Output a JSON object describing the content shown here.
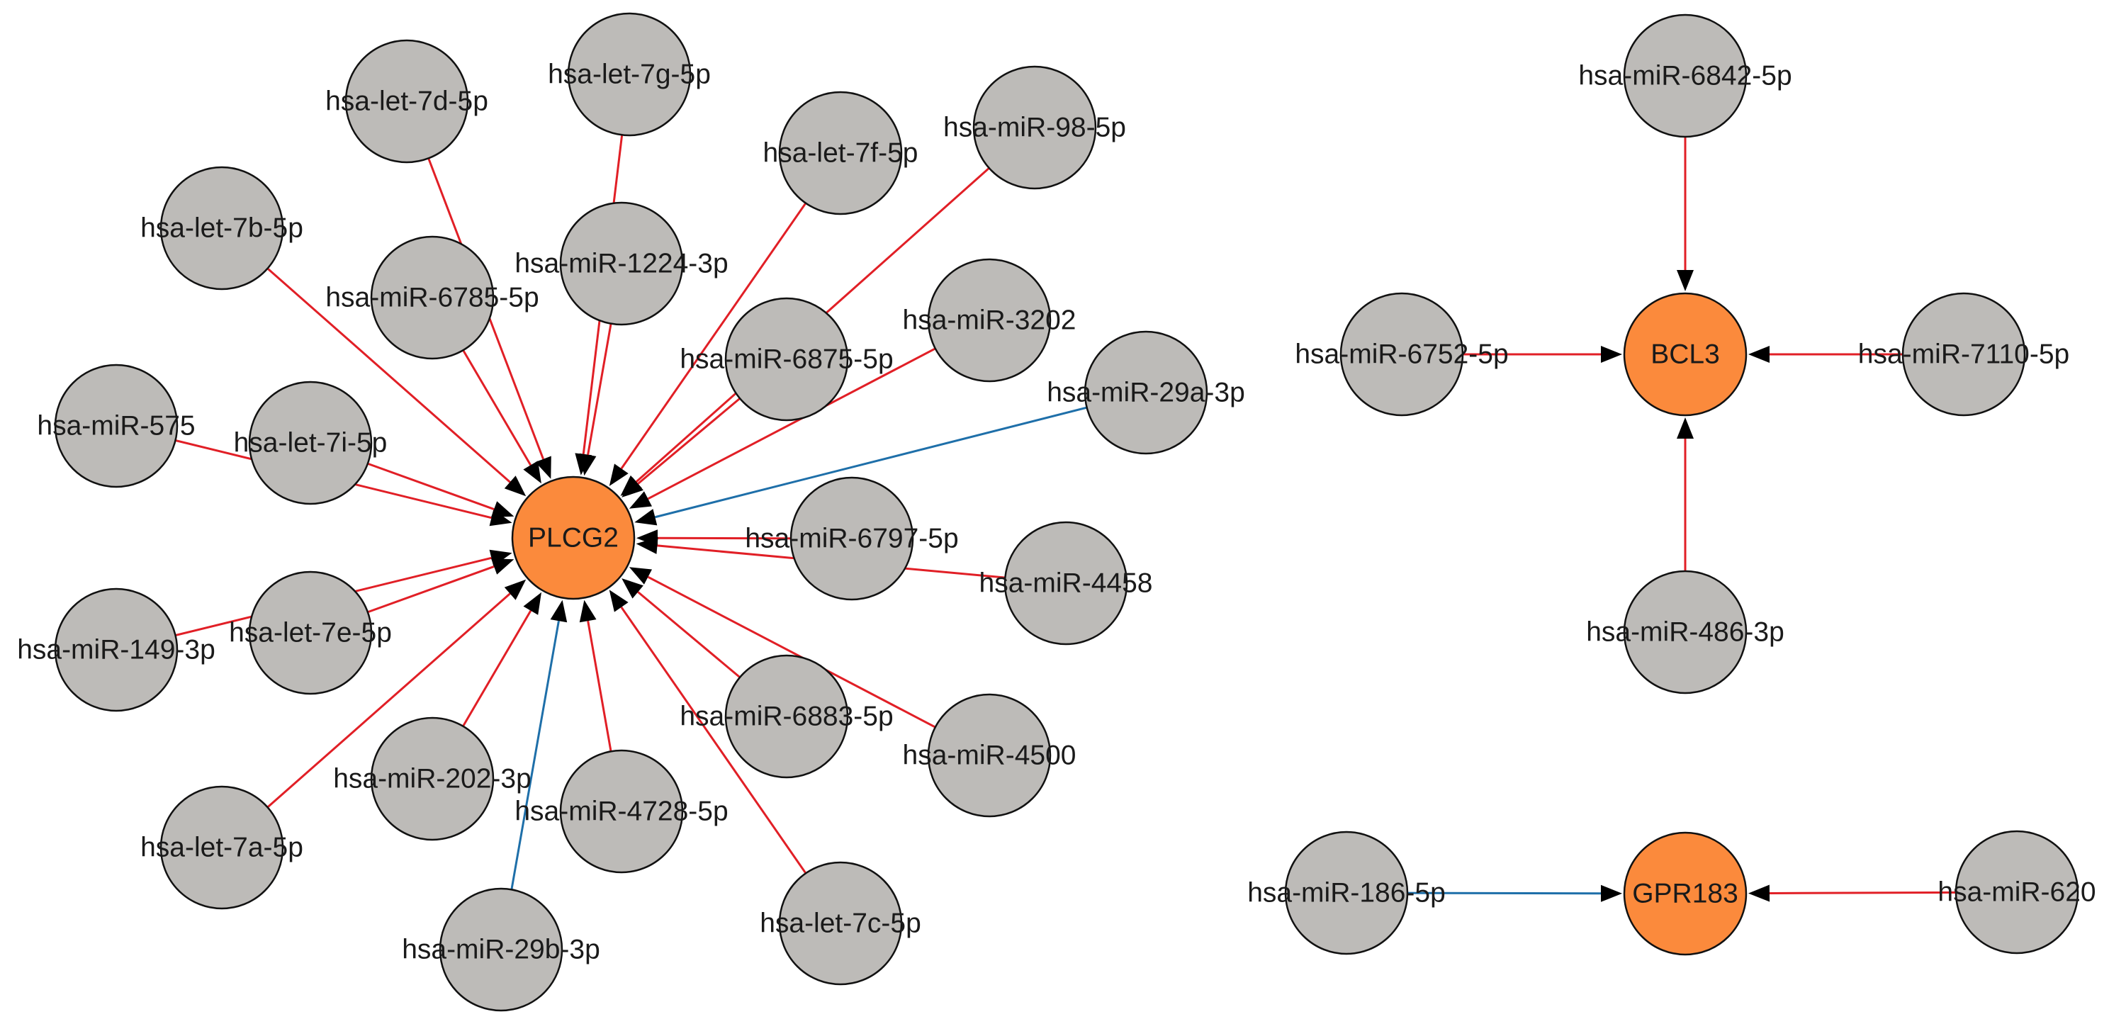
{
  "colors": {
    "mirna_fill": "#bdbbb8",
    "gene_fill": "#fb8a3c",
    "node_stroke": "#111111",
    "red_edge": "#e11f26",
    "blue_edge": "#1e6fa9",
    "arrow": "#000000"
  },
  "genes": [
    {
      "id": "PLCG2",
      "label": "PLCG2"
    },
    {
      "id": "BCL3",
      "label": "BCL3"
    },
    {
      "id": "GPR183",
      "label": "GPR183"
    }
  ],
  "mirnas": [
    {
      "id": "let7g",
      "label": "hsa-let-7g-5p"
    },
    {
      "id": "let7d",
      "label": "hsa-let-7d-5p"
    },
    {
      "id": "let7f",
      "label": "hsa-let-7f-5p"
    },
    {
      "id": "mir98",
      "label": "hsa-miR-98-5p"
    },
    {
      "id": "let7b",
      "label": "hsa-let-7b-5p"
    },
    {
      "id": "mir1224",
      "label": "hsa-miR-1224-3p"
    },
    {
      "id": "mir6785",
      "label": "hsa-miR-6785-5p"
    },
    {
      "id": "mir3202",
      "label": "hsa-miR-3202"
    },
    {
      "id": "mir6875",
      "label": "hsa-miR-6875-5p"
    },
    {
      "id": "mir29a",
      "label": "hsa-miR-29a-3p"
    },
    {
      "id": "mir575",
      "label": "hsa-miR-575"
    },
    {
      "id": "let7i",
      "label": "hsa-let-7i-5p"
    },
    {
      "id": "mir6797",
      "label": "hsa-miR-6797-5p"
    },
    {
      "id": "mir4458",
      "label": "hsa-miR-4458"
    },
    {
      "id": "mir149",
      "label": "hsa-miR-149-3p"
    },
    {
      "id": "let7e",
      "label": "hsa-let-7e-5p"
    },
    {
      "id": "mir6883",
      "label": "hsa-miR-6883-5p"
    },
    {
      "id": "mir4500",
      "label": "hsa-miR-4500"
    },
    {
      "id": "mir202",
      "label": "hsa-miR-202-3p"
    },
    {
      "id": "mir4728",
      "label": "hsa-miR-4728-5p"
    },
    {
      "id": "let7a",
      "label": "hsa-let-7a-5p"
    },
    {
      "id": "let7c",
      "label": "hsa-let-7c-5p"
    },
    {
      "id": "mir29b",
      "label": "hsa-miR-29b-3p"
    },
    {
      "id": "mir6842",
      "label": "hsa-miR-6842-5p"
    },
    {
      "id": "mir6752",
      "label": "hsa-miR-6752-5p"
    },
    {
      "id": "mir7110",
      "label": "hsa-miR-7110-5p"
    },
    {
      "id": "mir486",
      "label": "hsa-miR-486-3p"
    },
    {
      "id": "mir186",
      "label": "hsa-miR-186-5p"
    },
    {
      "id": "mir620",
      "label": "hsa-miR-620"
    }
  ],
  "edges": [
    {
      "from": "let7g",
      "to": "PLCG2",
      "color": "red"
    },
    {
      "from": "let7d",
      "to": "PLCG2",
      "color": "red"
    },
    {
      "from": "let7f",
      "to": "PLCG2",
      "color": "red"
    },
    {
      "from": "mir98",
      "to": "PLCG2",
      "color": "red"
    },
    {
      "from": "let7b",
      "to": "PLCG2",
      "color": "red"
    },
    {
      "from": "mir1224",
      "to": "PLCG2",
      "color": "red"
    },
    {
      "from": "mir6785",
      "to": "PLCG2",
      "color": "red"
    },
    {
      "from": "mir3202",
      "to": "PLCG2",
      "color": "red"
    },
    {
      "from": "mir6875",
      "to": "PLCG2",
      "color": "red"
    },
    {
      "from": "mir29a",
      "to": "PLCG2",
      "color": "blue"
    },
    {
      "from": "mir575",
      "to": "PLCG2",
      "color": "red"
    },
    {
      "from": "let7i",
      "to": "PLCG2",
      "color": "red"
    },
    {
      "from": "mir6797",
      "to": "PLCG2",
      "color": "red"
    },
    {
      "from": "mir4458",
      "to": "PLCG2",
      "color": "red"
    },
    {
      "from": "mir149",
      "to": "PLCG2",
      "color": "red"
    },
    {
      "from": "let7e",
      "to": "PLCG2",
      "color": "red"
    },
    {
      "from": "mir6883",
      "to": "PLCG2",
      "color": "red"
    },
    {
      "from": "mir4500",
      "to": "PLCG2",
      "color": "red"
    },
    {
      "from": "mir202",
      "to": "PLCG2",
      "color": "red"
    },
    {
      "from": "mir4728",
      "to": "PLCG2",
      "color": "red"
    },
    {
      "from": "let7a",
      "to": "PLCG2",
      "color": "red"
    },
    {
      "from": "let7c",
      "to": "PLCG2",
      "color": "red"
    },
    {
      "from": "mir29b",
      "to": "PLCG2",
      "color": "blue"
    },
    {
      "from": "mir6842",
      "to": "BCL3",
      "color": "red"
    },
    {
      "from": "mir6752",
      "to": "BCL3",
      "color": "red"
    },
    {
      "from": "mir7110",
      "to": "BCL3",
      "color": "red"
    },
    {
      "from": "mir486",
      "to": "BCL3",
      "color": "red"
    },
    {
      "from": "mir186",
      "to": "GPR183",
      "color": "blue"
    },
    {
      "from": "mir620",
      "to": "GPR183",
      "color": "red"
    }
  ]
}
